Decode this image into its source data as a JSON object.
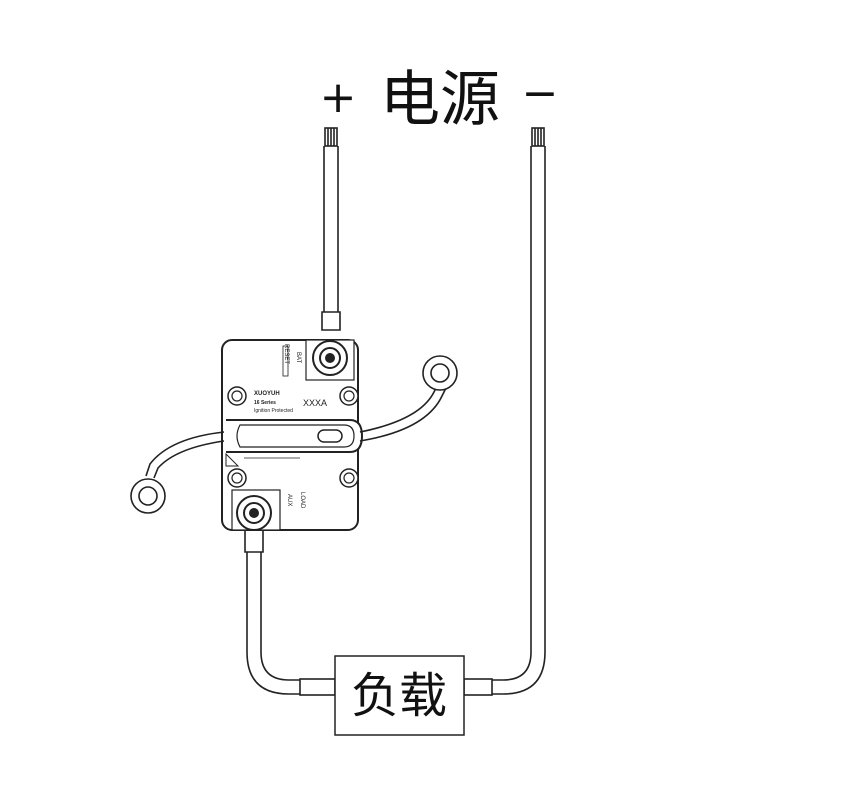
{
  "power_label": {
    "plus": "+",
    "text": "电源",
    "minus": "−"
  },
  "breaker": {
    "brand": "XUOYUH",
    "series": "16 Series",
    "note": "Ignition Protected",
    "rating": "XXXA",
    "top_terminal_label": "BAT",
    "top_side_label": "RESET",
    "bottom_terminal_label": "AUX",
    "bottom_side_label": "LOAD"
  },
  "load_label": "负载"
}
